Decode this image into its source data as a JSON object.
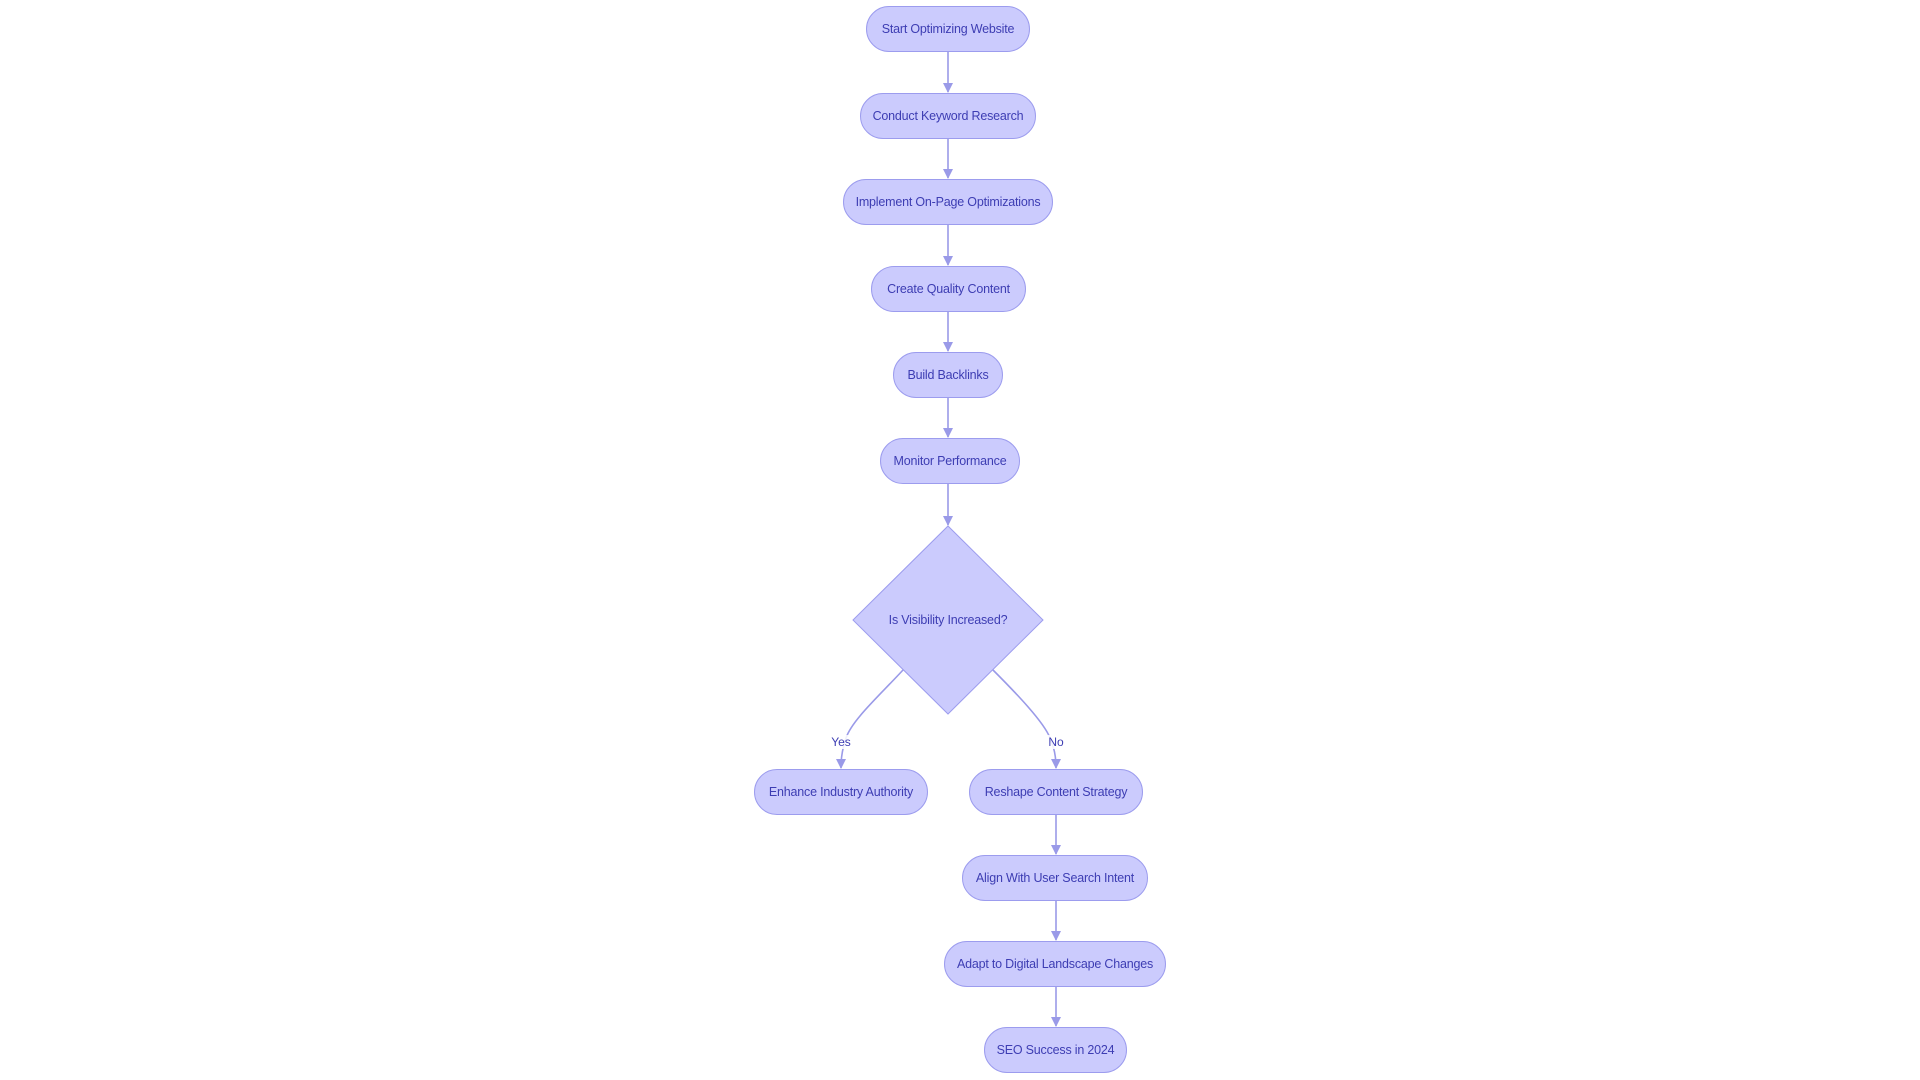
{
  "diagram": {
    "type": "flowchart",
    "colors": {
      "node_fill": "#cbcbfd",
      "node_border": "#9c9cee",
      "text": "#3d3db3",
      "edge": "#9a9ae8"
    },
    "nodes": [
      {
        "id": "start",
        "label": "Start Optimizing Website",
        "shape": "stadium"
      },
      {
        "id": "keyword",
        "label": "Conduct Keyword Research",
        "shape": "stadium"
      },
      {
        "id": "onpage",
        "label": "Implement On-Page Optimizations",
        "shape": "stadium"
      },
      {
        "id": "content",
        "label": "Create Quality Content",
        "shape": "stadium"
      },
      {
        "id": "backlinks",
        "label": "Build Backlinks",
        "shape": "stadium"
      },
      {
        "id": "monitor",
        "label": "Monitor Performance",
        "shape": "stadium"
      },
      {
        "id": "decision",
        "label": "Is Visibility Increased?",
        "shape": "diamond"
      },
      {
        "id": "authority",
        "label": "Enhance Industry Authority",
        "shape": "stadium"
      },
      {
        "id": "reshape",
        "label": "Reshape Content Strategy",
        "shape": "stadium"
      },
      {
        "id": "intent",
        "label": "Align With User Search Intent",
        "shape": "stadium"
      },
      {
        "id": "adapt",
        "label": "Adapt to Digital Landscape Changes",
        "shape": "stadium"
      },
      {
        "id": "success",
        "label": "SEO Success in 2024",
        "shape": "stadium"
      }
    ],
    "edges": [
      {
        "from": "start",
        "to": "keyword",
        "label": ""
      },
      {
        "from": "keyword",
        "to": "onpage",
        "label": ""
      },
      {
        "from": "onpage",
        "to": "content",
        "label": ""
      },
      {
        "from": "content",
        "to": "backlinks",
        "label": ""
      },
      {
        "from": "backlinks",
        "to": "monitor",
        "label": ""
      },
      {
        "from": "monitor",
        "to": "decision",
        "label": ""
      },
      {
        "from": "decision",
        "to": "authority",
        "label": "Yes"
      },
      {
        "from": "decision",
        "to": "reshape",
        "label": "No"
      },
      {
        "from": "reshape",
        "to": "intent",
        "label": ""
      },
      {
        "from": "intent",
        "to": "adapt",
        "label": ""
      },
      {
        "from": "adapt",
        "to": "success",
        "label": ""
      }
    ]
  }
}
